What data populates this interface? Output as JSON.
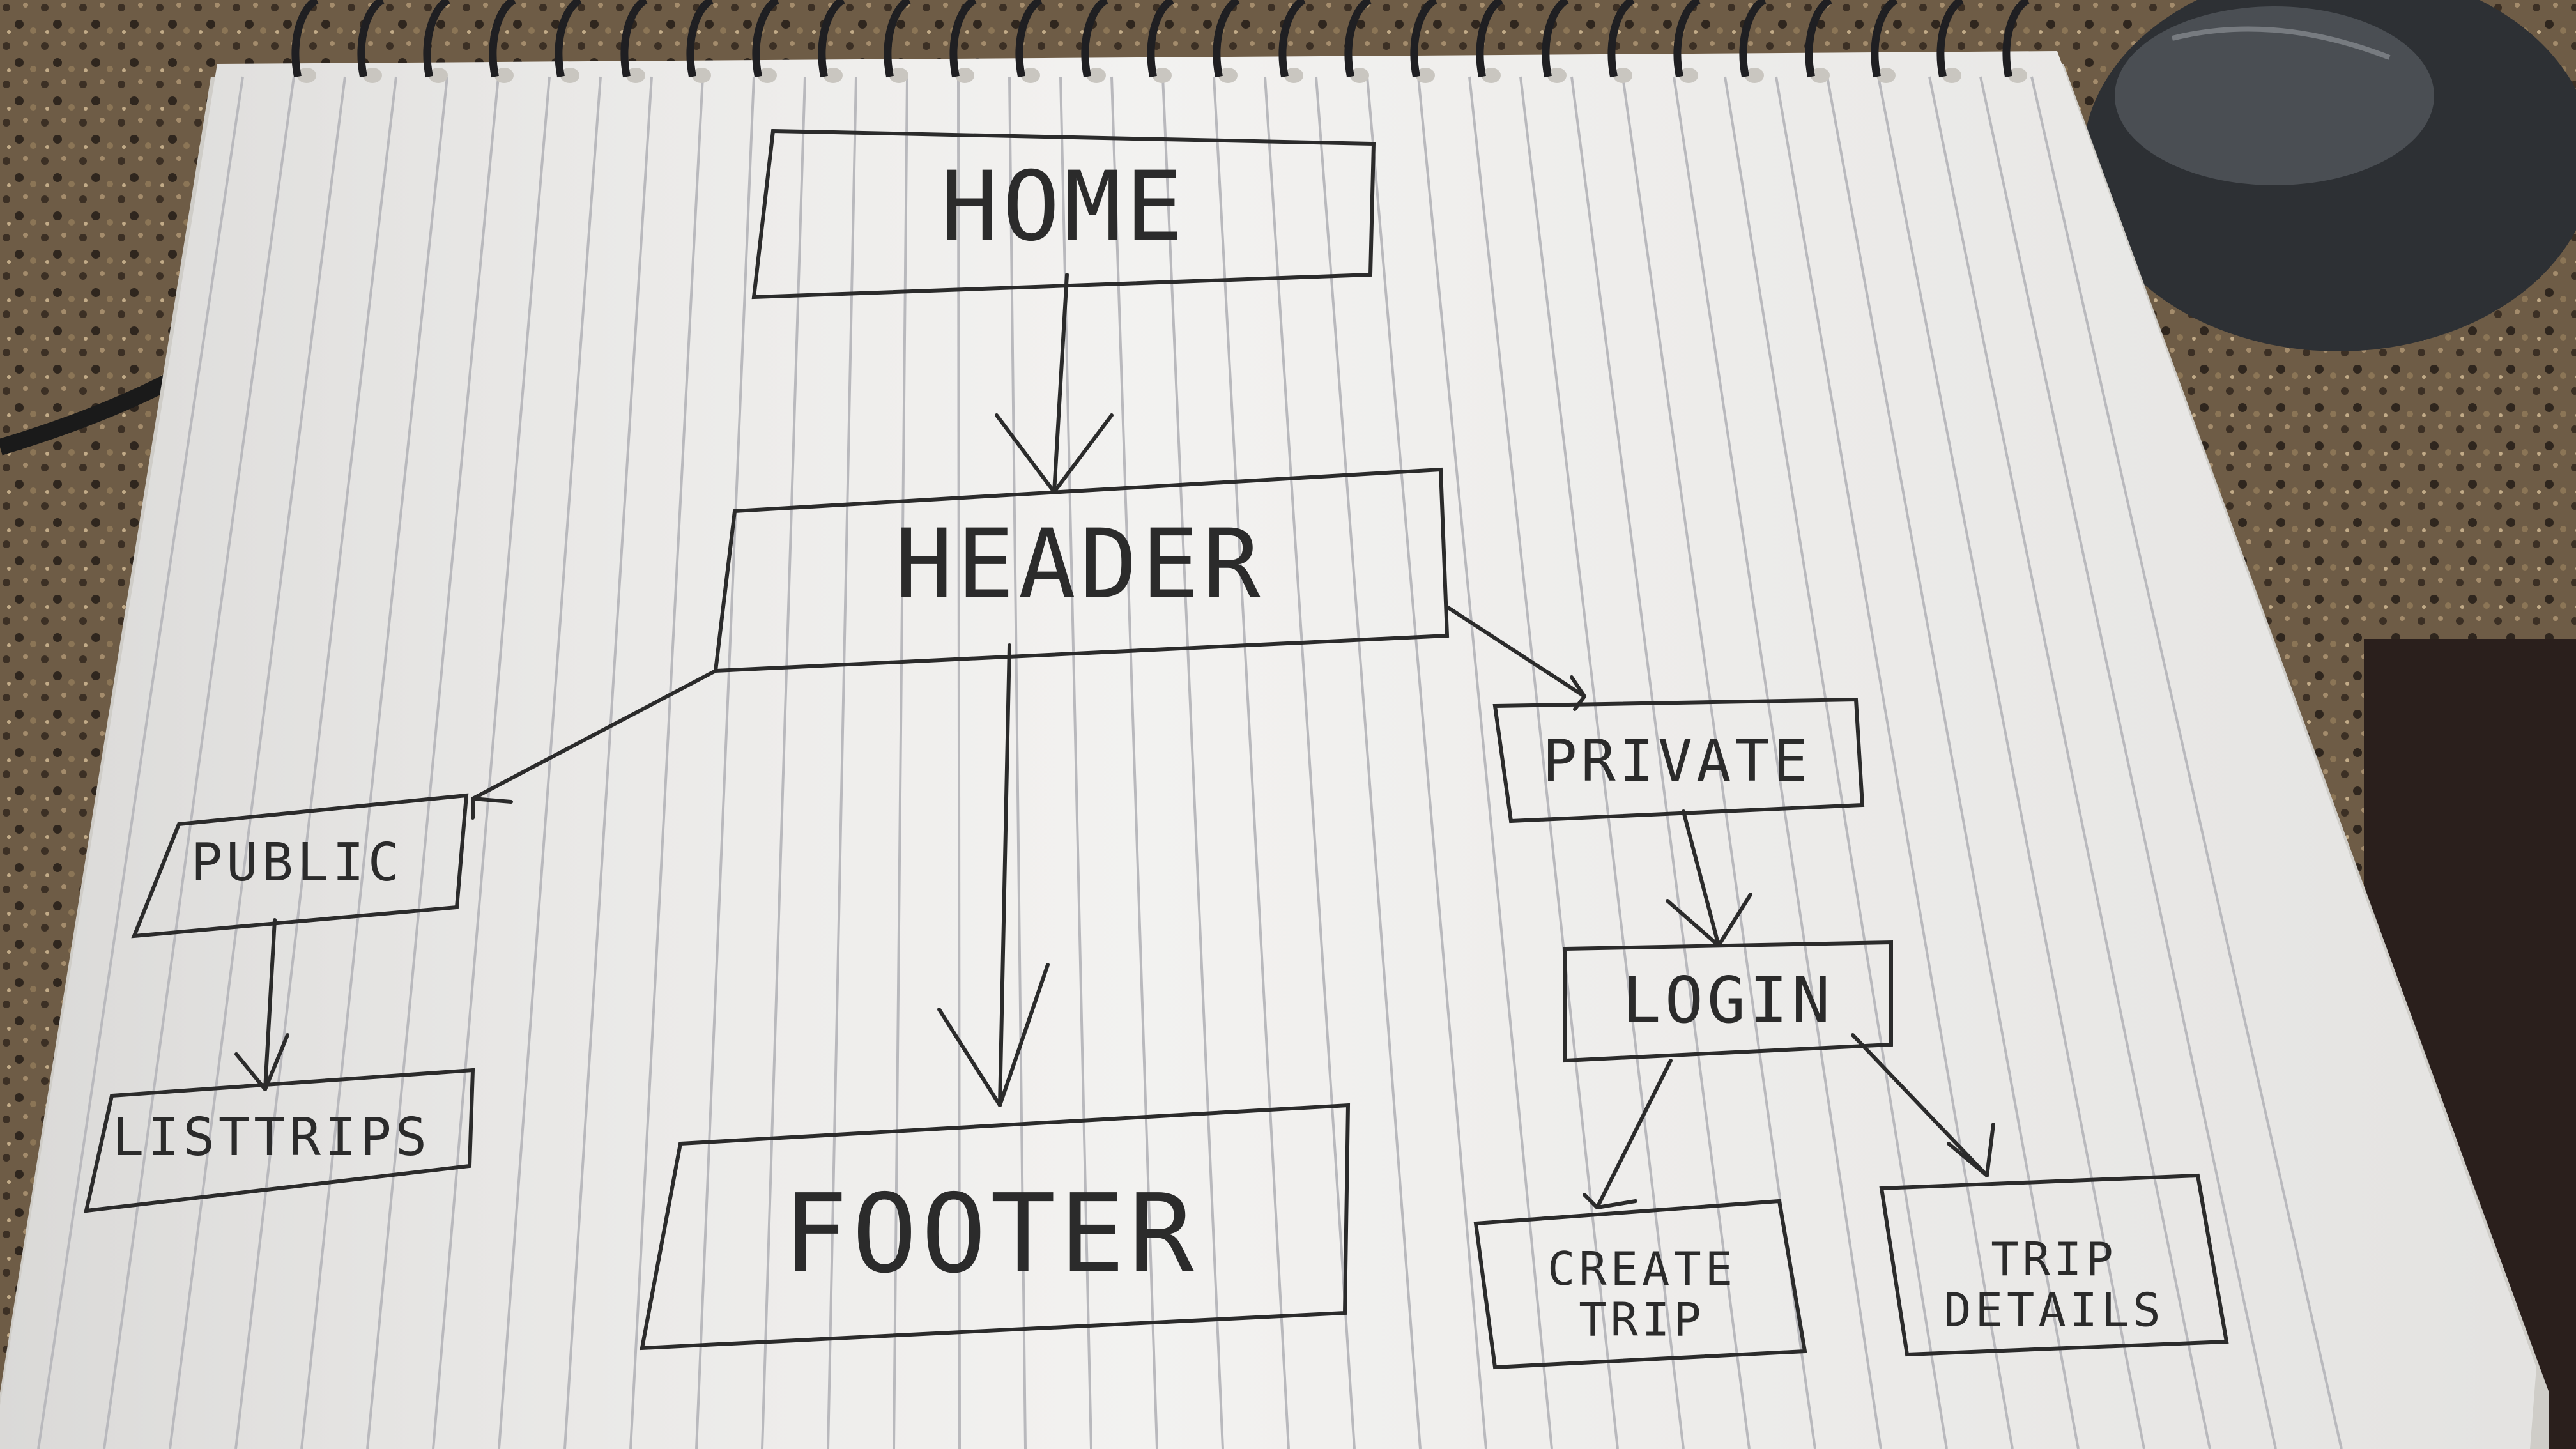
{
  "diagram": {
    "nodes": [
      {
        "id": "home",
        "label": "HOME"
      },
      {
        "id": "header",
        "label": "HEADER"
      },
      {
        "id": "public",
        "label": "PUBLIC"
      },
      {
        "id": "listtrips",
        "label": "LISTTRIPS"
      },
      {
        "id": "footer",
        "label": "FOOTER"
      },
      {
        "id": "private",
        "label": "PRIVATE"
      },
      {
        "id": "login",
        "label": "LOGIN"
      },
      {
        "id": "create_trip",
        "label": "CREATE TRIP"
      },
      {
        "id": "trip_details",
        "label": "TRIP DETAILS"
      }
    ],
    "edges": [
      {
        "from": "home",
        "to": "header"
      },
      {
        "from": "header",
        "to": "public"
      },
      {
        "from": "header",
        "to": "footer"
      },
      {
        "from": "header",
        "to": "private"
      },
      {
        "from": "public",
        "to": "listtrips"
      },
      {
        "from": "private",
        "to": "login"
      },
      {
        "from": "login",
        "to": "create_trip"
      },
      {
        "from": "login",
        "to": "trip_details"
      }
    ]
  },
  "colors": {
    "paper": "#f2f1ef",
    "ink": "#2b2b2b",
    "ruled_line": "#b9b9bd",
    "spiral": "#1f1f22",
    "countertop": "#6b5a45",
    "mouse": "#2d3034"
  }
}
